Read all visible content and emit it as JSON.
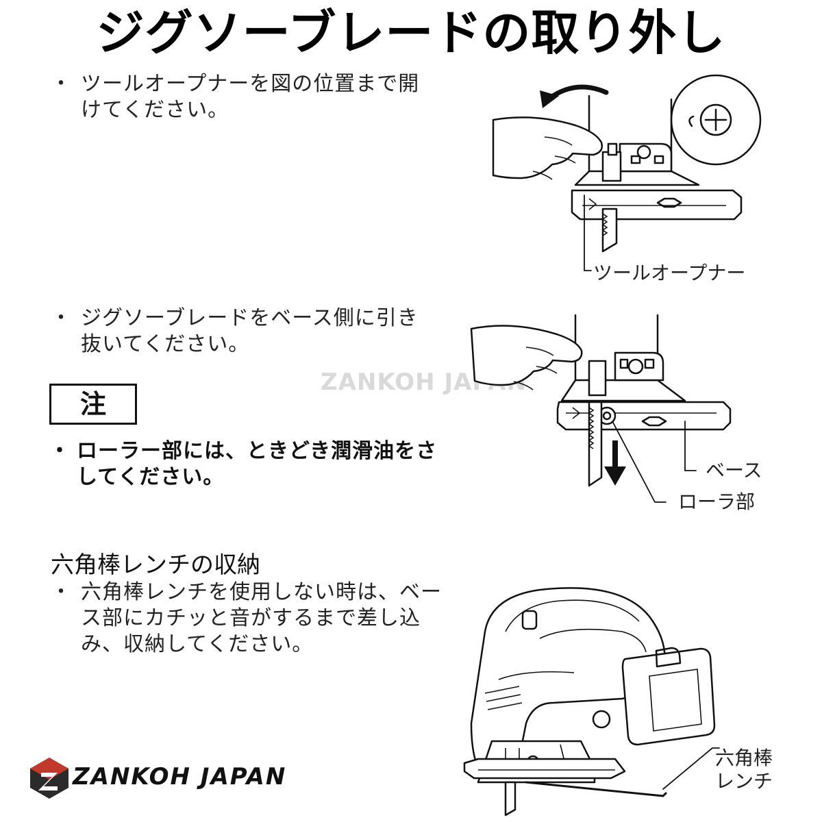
{
  "title": "ジグソーブレードの取り外し",
  "step1": {
    "bullet": "・",
    "line1": "ツールオープナーを図の位置まで開",
    "line2": "けてください。"
  },
  "figure1": {
    "label": "ツールオープナー"
  },
  "step2": {
    "bullet": "・",
    "line1": "ジグソーブレードをベース側に引き",
    "line2": "抜いてください。"
  },
  "note": {
    "box_label": "注",
    "bullet": "・",
    "line1": "ローラー部には、ときどき潤滑油をさ",
    "line2": "してください。"
  },
  "figure2": {
    "label_base": "ベース",
    "label_roller": "ローラ部"
  },
  "watermark": "ZANKOH JAPAN",
  "storage": {
    "heading": "六角棒レンチの収納",
    "bullet": "・",
    "line1": "六角棒レンチを使用しない時は、ベー",
    "line2": "ス部にカチッと音がするまで差し込",
    "line3": "み、収納してください。"
  },
  "figure3": {
    "label_line1": "六角棒",
    "label_line2": "レンチ"
  },
  "logo": {
    "text": "ZANKOH JAPAN",
    "colors": {
      "dark": "#2b2b2b",
      "accent": "#c0392b"
    }
  }
}
